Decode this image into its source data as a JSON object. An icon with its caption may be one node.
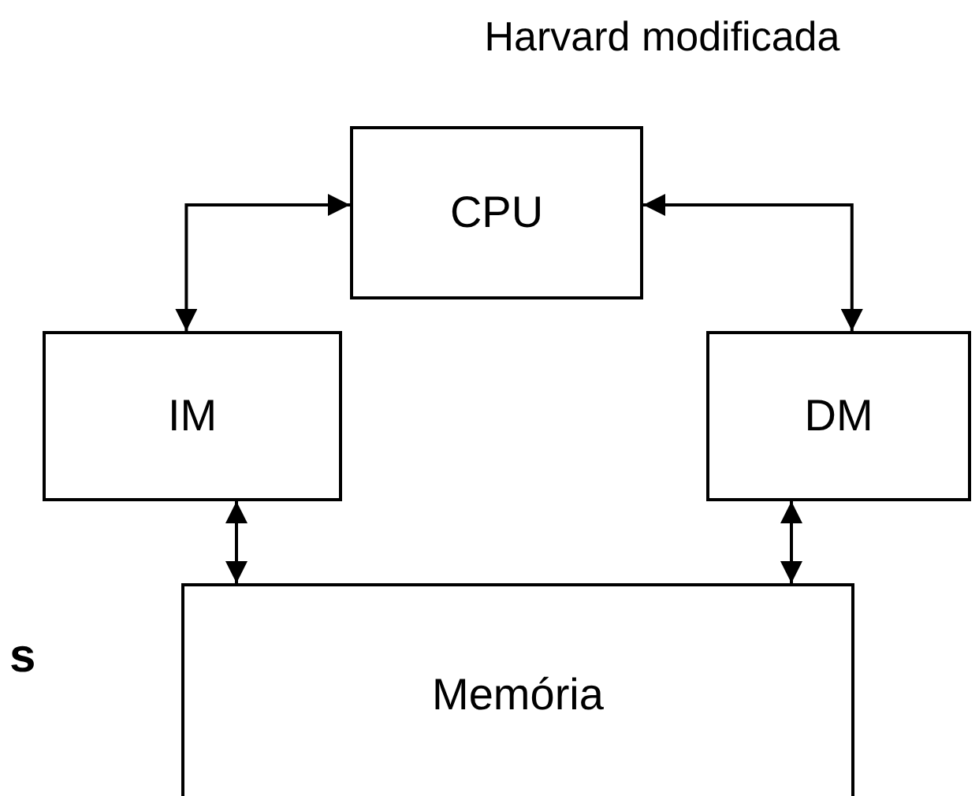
{
  "diagram": {
    "title": "Harvard modificada",
    "nodes": [
      {
        "text": [
          "CPU"
        ]
      },
      {
        "text": [
          "IM"
        ]
      },
      {
        "text": [
          "DM"
        ]
      },
      {
        "text": [
          "Memória"
        ]
      }
    ],
    "edges": [
      {
        "from": 0,
        "to": 1,
        "arrow": "both"
      },
      {
        "from": 0,
        "to": 2,
        "arrow": "both"
      },
      {
        "from": 1,
        "to": 3,
        "arrow": "both"
      },
      {
        "from": 2,
        "to": 3,
        "arrow": "both"
      }
    ],
    "labels": [
      "s"
    ]
  }
}
